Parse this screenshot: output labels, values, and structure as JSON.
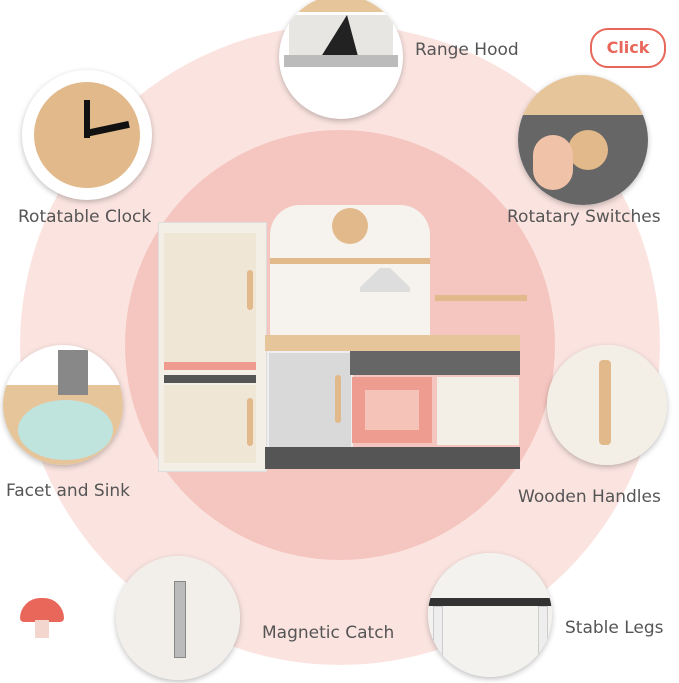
{
  "features": [
    {
      "label": "Range Hood"
    },
    {
      "label": "Rotatable Clock"
    },
    {
      "label": "Rotatary Switches"
    },
    {
      "label": "Facet and Sink"
    },
    {
      "label": "Wooden Handles"
    },
    {
      "label": "Magnetic Catch"
    },
    {
      "label": "Stable Legs"
    }
  ],
  "badge": {
    "label": "Click"
  },
  "colors": {
    "outer_ring": "#fbe4e0",
    "inner_circle": "#f5c6bf",
    "badge": "#e8675a",
    "wood": "#e2b98a",
    "cream": "#f2ece1"
  }
}
